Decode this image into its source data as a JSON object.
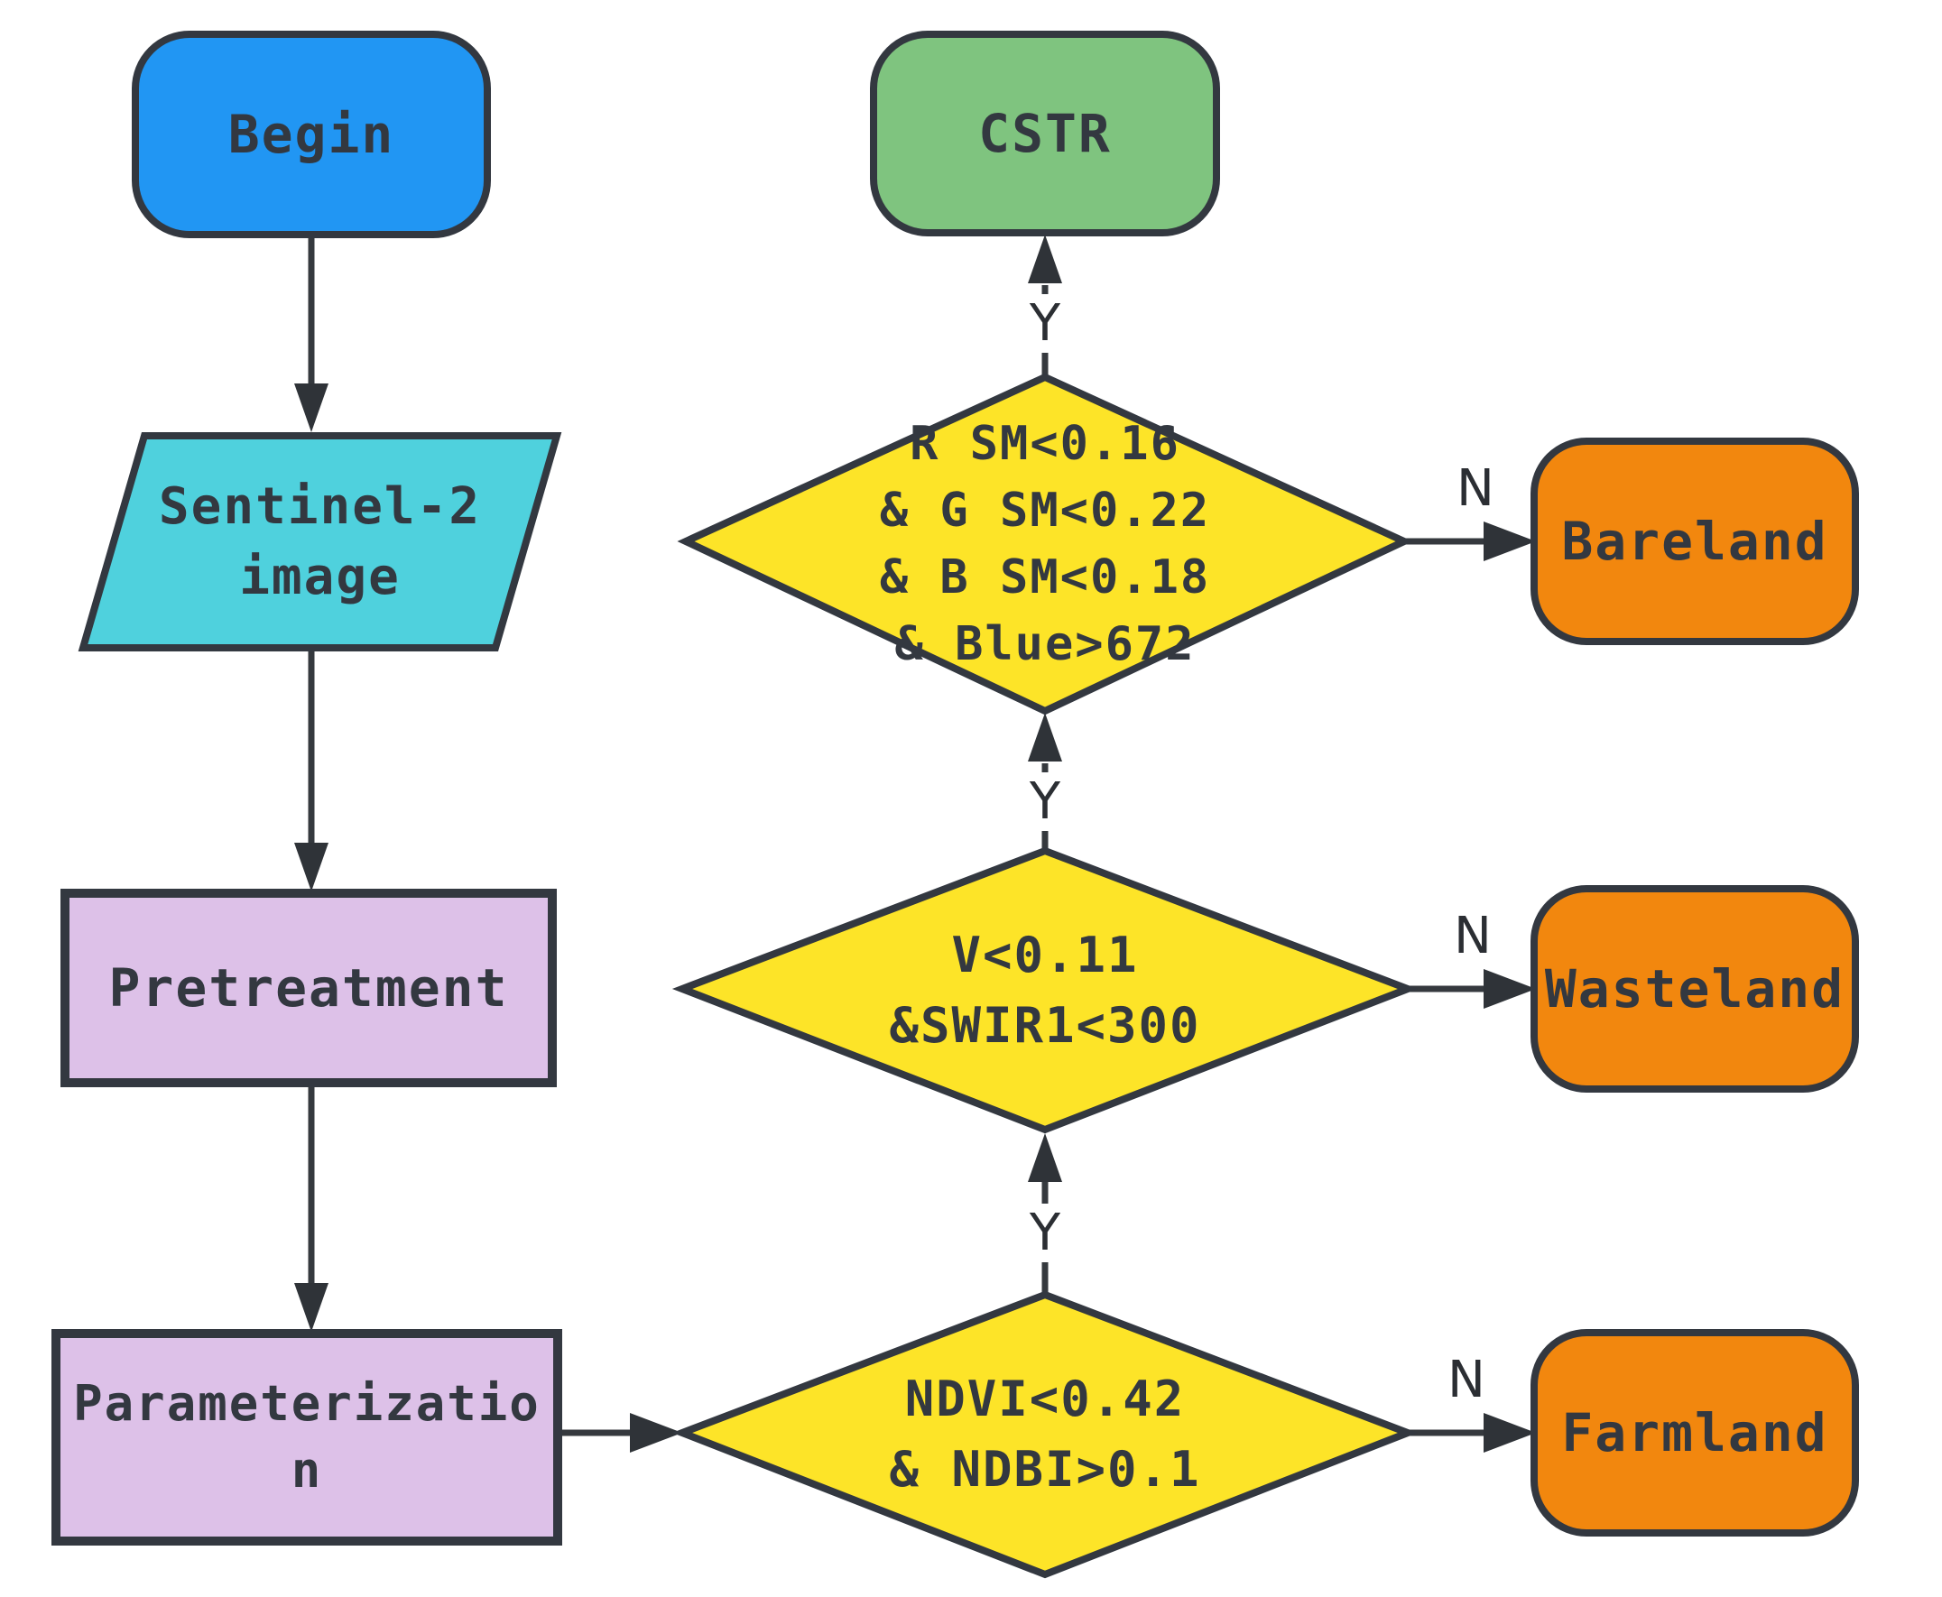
{
  "colors": {
    "begin_fill": "#2196f3",
    "io_fill": "#4fd1dd",
    "process_fill": "#ddc1e8",
    "terminal_fill": "#7fc47f",
    "decision_fill": "#fde428",
    "result_fill": "#f2870e",
    "outline": "#333840",
    "arrow": "#35393e"
  },
  "nodes": {
    "begin": {
      "label": "Begin"
    },
    "sentinel_image": {
      "lines": [
        "Sentinel-2",
        "image"
      ]
    },
    "pretreatment": {
      "label": "Pretreatment"
    },
    "parameterization": {
      "lines": [
        "Parameterizatio",
        "n"
      ]
    },
    "cstr": {
      "label": "CSTR"
    },
    "decision_rgb_sm": {
      "lines": [
        "R SM<0.16",
        "& G SM<0.22",
        "& B SM<0.18",
        "& Blue>672"
      ]
    },
    "decision_v_swir": {
      "lines": [
        "V<0.11",
        "&SWIR1<300"
      ]
    },
    "decision_ndvi_ndbi": {
      "lines": [
        "NDVI<0.42",
        "& NDBI>0.1"
      ]
    },
    "bareland": {
      "label": "Bareland"
    },
    "wasteland": {
      "label": "Wasteland"
    },
    "farmland": {
      "label": "Farmland"
    }
  },
  "edge_labels": {
    "yes": "Y",
    "no": "N"
  }
}
